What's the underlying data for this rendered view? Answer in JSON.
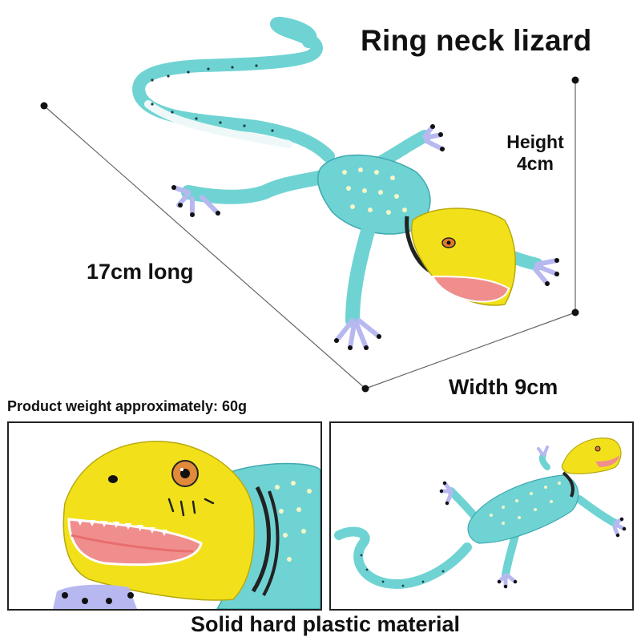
{
  "title": "Ring neck lizard",
  "dimensions": {
    "height_line1": "Height",
    "height_line2": "4cm",
    "length": "17cm long",
    "width": "Width 9cm"
  },
  "weight_note": "Product weight approximately: 60g",
  "material_note": "Solid hard plastic material",
  "colors": {
    "body": "#6fd3d3",
    "body_dark": "#3fa9b0",
    "belly": "#eef8f8",
    "head": "#f2e11a",
    "mouth": "#f08e8e",
    "claws": "#b8b8f0",
    "outline": "#333333"
  },
  "icons": {
    "main_figure": "lizard-figure",
    "closeup": "lizard-head-closeup",
    "side_view": "lizard-side-view"
  }
}
